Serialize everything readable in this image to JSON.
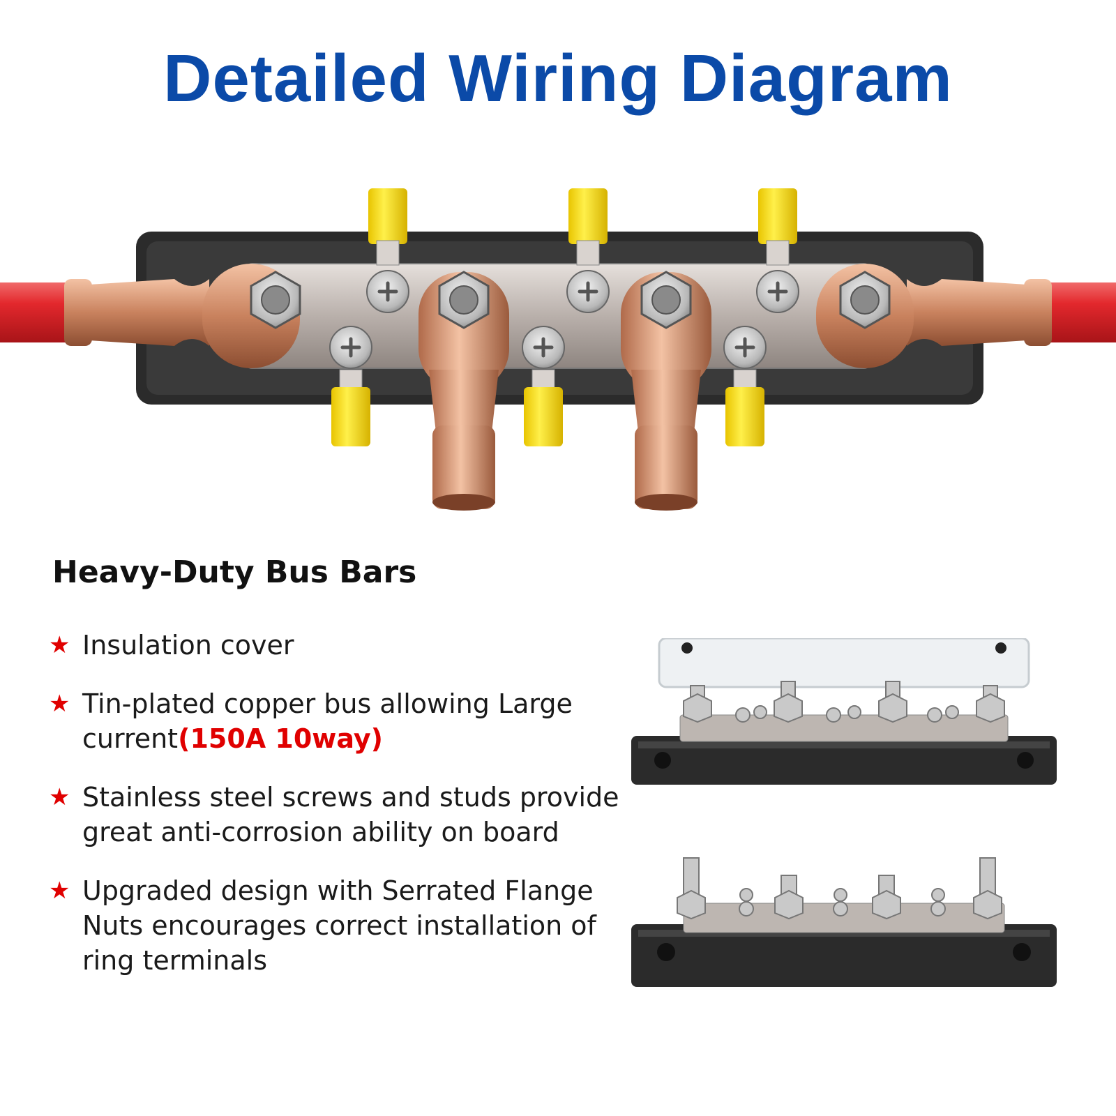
{
  "title": "Detailed Wiring Diagram",
  "subtitle": "Heavy-Duty Bus Bars",
  "features": [
    {
      "text": "Insulation cover"
    },
    {
      "text": "Tin-plated copper bus allowing Large current",
      "highlight": "(150A  10way)"
    },
    {
      "text": "Stainless steel screws and studs provide great anti-corrosion ability on board"
    },
    {
      "text": "Upgraded design with Serrated Flange Nuts encourages correct installation of ring terminals"
    }
  ],
  "icons": {
    "bullet": "star-icon"
  },
  "colors": {
    "title": "#0b4aa8",
    "highlight": "#e00000",
    "cable": "#d8252a",
    "lug": "#c9825e",
    "terminal": "#f5d500",
    "base": "#2a2a2a"
  }
}
